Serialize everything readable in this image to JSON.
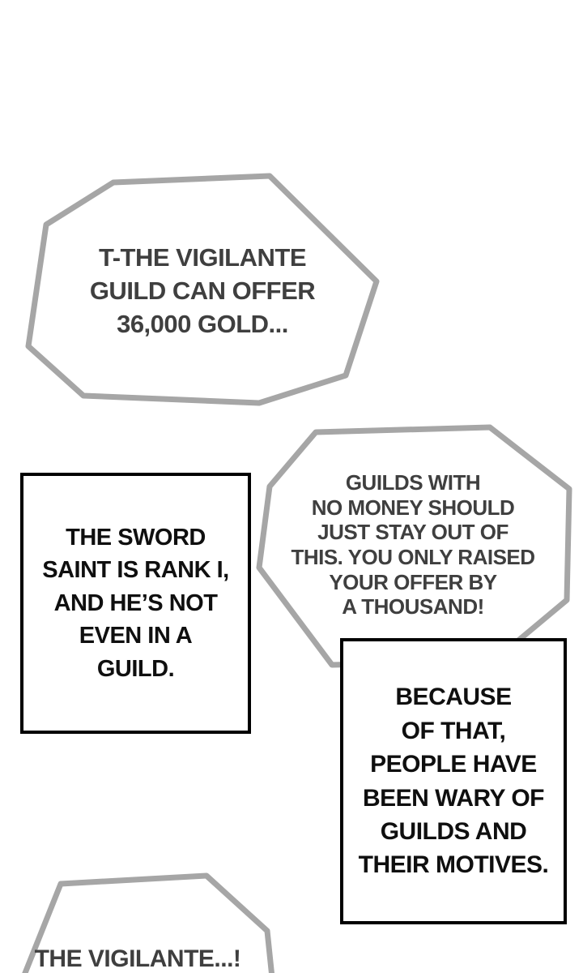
{
  "page": {
    "type": "comic-page",
    "background_color": "#ffffff"
  },
  "colors": {
    "speech_bubble_border": "#a6a6a6",
    "narration_box_border": "#000000",
    "speech_text": "#3f3f3f",
    "narration_text": "#0f0f0f"
  },
  "panels": {
    "bubble_top": {
      "text": "T-THE VIGILANTE\nGUILD CAN OFFER\n36,000 GOLD..."
    },
    "box_sword_saint": {
      "text": "THE SWORD\nSAINT IS RANK I,\nAND HE’S NOT\nEVEN IN A\nGUILD."
    },
    "bubble_guilds": {
      "text": "GUILDS WITH\nNO MONEY SHOULD\nJUST STAY OUT OF\nTHIS. YOU ONLY RAISED\nYOUR OFFER BY\nA THOUSAND!"
    },
    "box_wary": {
      "text": "BECAUSE\nOF THAT,\nPEOPLE HAVE\nBEEN WARY OF\nGUILDS AND\nTHEIR MOTIVES."
    },
    "bubble_bottom": {
      "text": "THE VIGILANTE...!"
    }
  }
}
